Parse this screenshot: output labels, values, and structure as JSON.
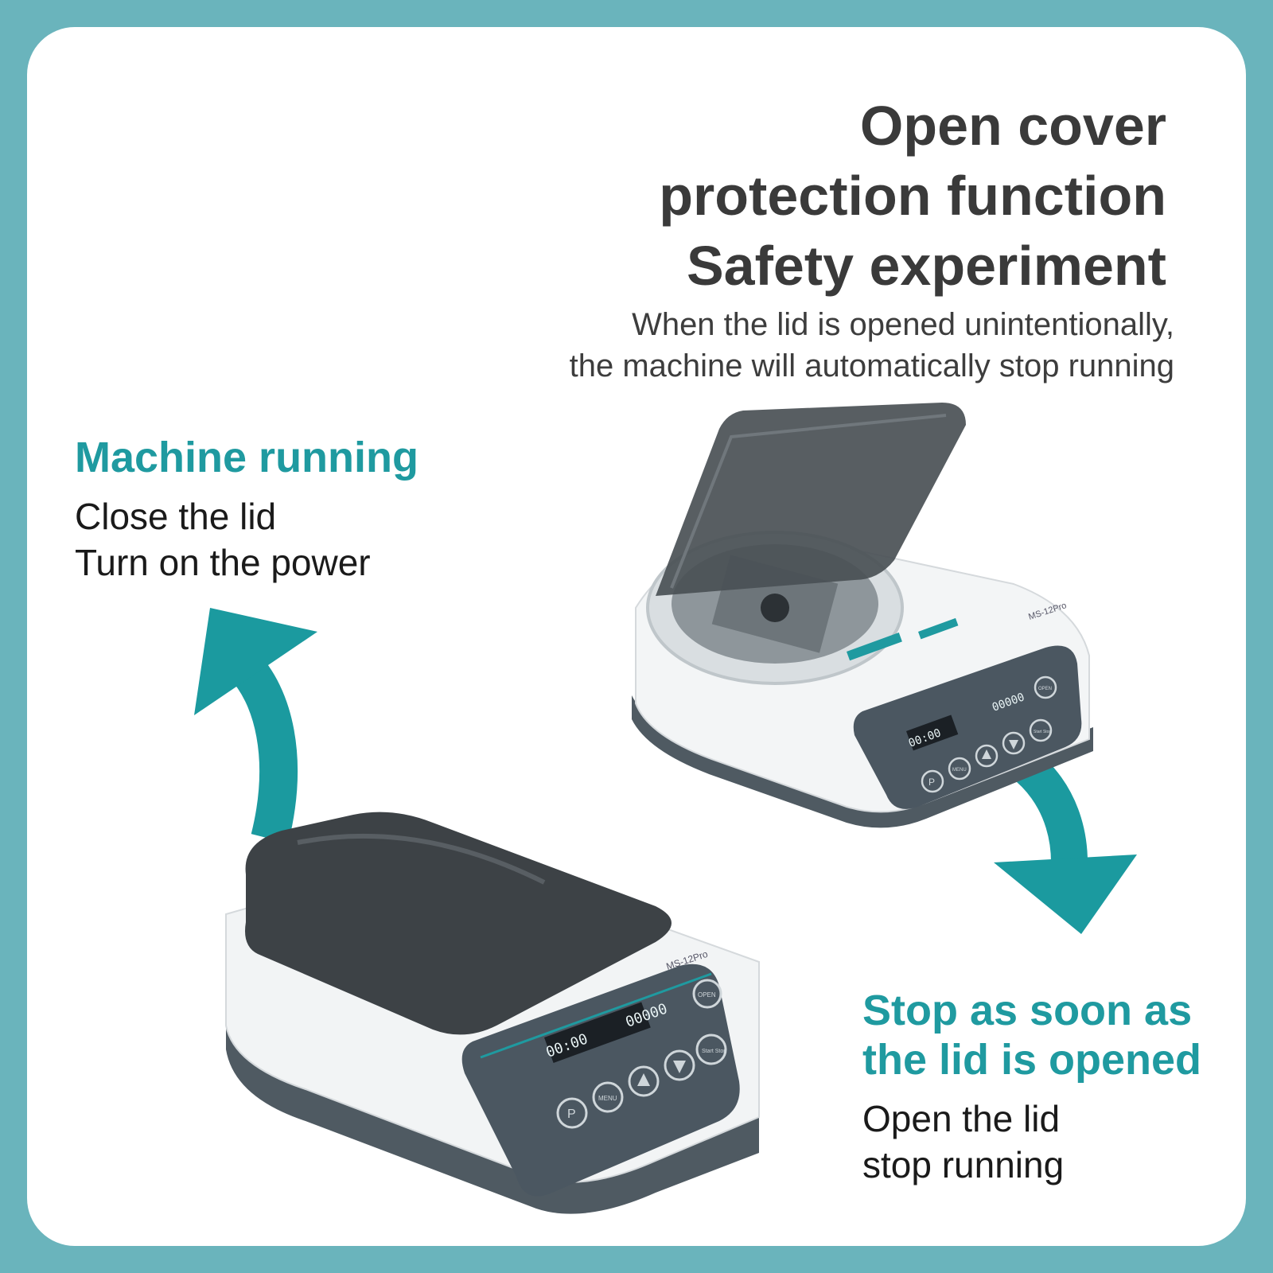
{
  "headline": {
    "lines": [
      "Open cover",
      "protection function",
      "Safety experiment"
    ]
  },
  "subtext": {
    "lines": [
      "When the lid is opened unintentionally,",
      "the machine will automatically stop running"
    ]
  },
  "left_caption": {
    "title": "Machine running",
    "lines": [
      "Close the lid",
      "Turn on the power"
    ]
  },
  "right_caption": {
    "title_lines": [
      "Stop as soon as",
      "the lid is opened"
    ],
    "lines": [
      "Open the lid",
      "stop running"
    ]
  },
  "device": {
    "model": "MS-12Pro",
    "open_button": "OPEN",
    "menu_button": "MENU",
    "p_button": "P",
    "start_stop_button": "Start Stop",
    "time_readout": "00:00",
    "speed_readout": "00000"
  },
  "colors": {
    "frame": "#6ab4bc",
    "accent_teal": "#1f9aa0",
    "arrow_teal": "#1b9a9f",
    "panel_dark": "#4b5761",
    "lid_smoke": "#4a5055"
  }
}
